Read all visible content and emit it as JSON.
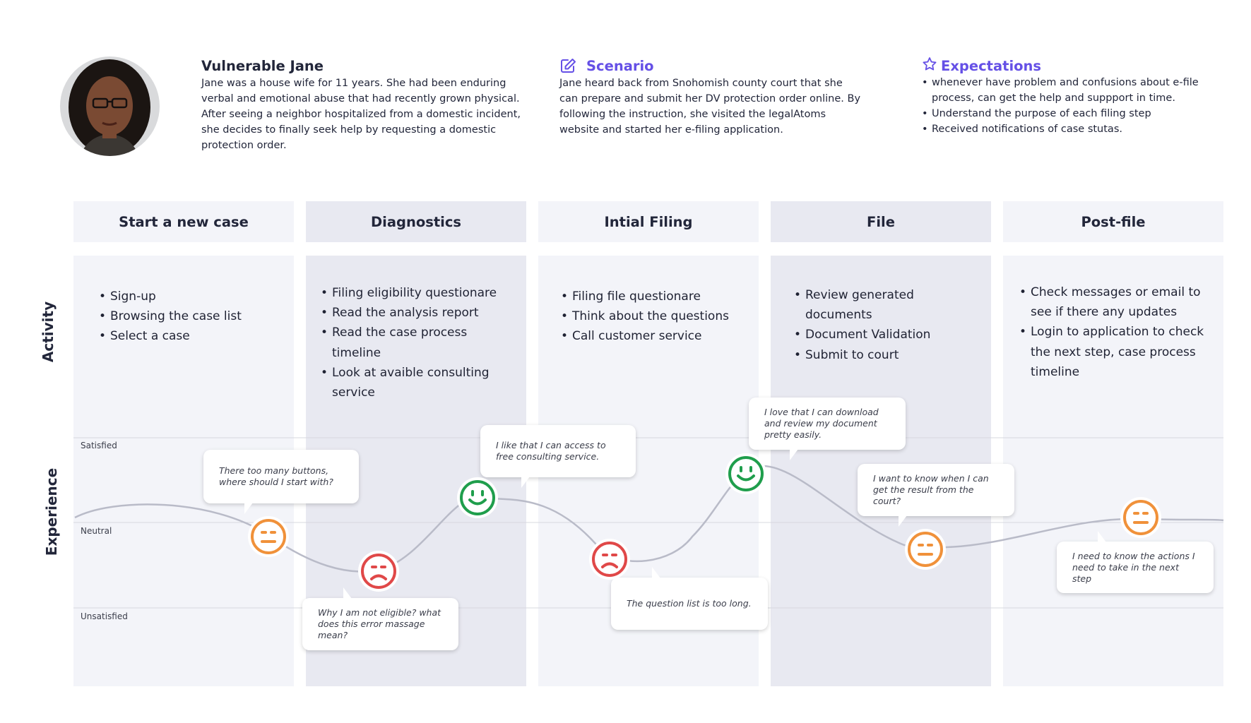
{
  "persona": {
    "name": "Vulnerable Jane",
    "bio": "Jane was a house wife for 11 years. She had been enduring verbal and emotional abuse that had recently grown physical. After seeing a neighbor hospitalized from a domestic incident, she decides to finally seek help by requesting a domestic protection order."
  },
  "scenario": {
    "title": "Scenario",
    "icon": "edit-icon",
    "text": "Jane heard back from Snohomish county court that she can prepare and submit her DV protection order online. By following the instruction, she visited the legalAtoms website and started her e-filing application."
  },
  "expectations": {
    "title": "Expectations",
    "icon": "star-icon",
    "items": [
      "whenever have problem and confusions about e-file process, can get the help and suppport in time.",
      "Understand the purpose of each filing step",
      "Received notifications of case stutas."
    ]
  },
  "rows": {
    "activity": "Activity",
    "experience": "Experience"
  },
  "levels": {
    "satisfied": "Satisfied",
    "neutral": "Neutral",
    "unsatisfied": "Unsatisfied"
  },
  "stages": [
    {
      "title": "Start a new case",
      "activities": [
        "Sign-up",
        "Browsing the case list",
        "Select a case"
      ]
    },
    {
      "title": "Diagnostics",
      "activities": [
        "Filing eligibility questionare",
        "Read the analysis report",
        "Read the case process timeline",
        "Look at avaible consulting service"
      ]
    },
    {
      "title": "Intial Filing",
      "activities": [
        "Filing file questionare",
        "Think about the questions",
        "Call customer service"
      ]
    },
    {
      "title": "File",
      "activities": [
        "Review generated documents",
        "Document Validation",
        "Submit to court"
      ]
    },
    {
      "title": "Post-file",
      "activities": [
        "Check messages or email to see if there any updates",
        "Login to application to check the next step, case process timeline"
      ]
    }
  ],
  "experience_points": [
    {
      "mood": "neutral",
      "quote": "There too many buttons, where should I start with?"
    },
    {
      "mood": "unsatisfied",
      "quote": "Why I am not eligible? what does this error massage mean?"
    },
    {
      "mood": "satisfied",
      "quote": "I like that I can access to free consulting service."
    },
    {
      "mood": "unsatisfied",
      "quote": "The question list is too long."
    },
    {
      "mood": "satisfied",
      "quote": "I love that I can download and review my document pretty easily."
    },
    {
      "mood": "neutral",
      "quote": "I want to know when I can get the result from the court?"
    },
    {
      "mood": "neutral",
      "quote": "I need to know the actions I need to take in the next step"
    }
  ],
  "colors": {
    "accent": "#6550e6",
    "satisfied": "#1f9e4c",
    "neutral": "#f0913a",
    "unsatisfied": "#e04848",
    "curve": "#b9bbc8"
  }
}
